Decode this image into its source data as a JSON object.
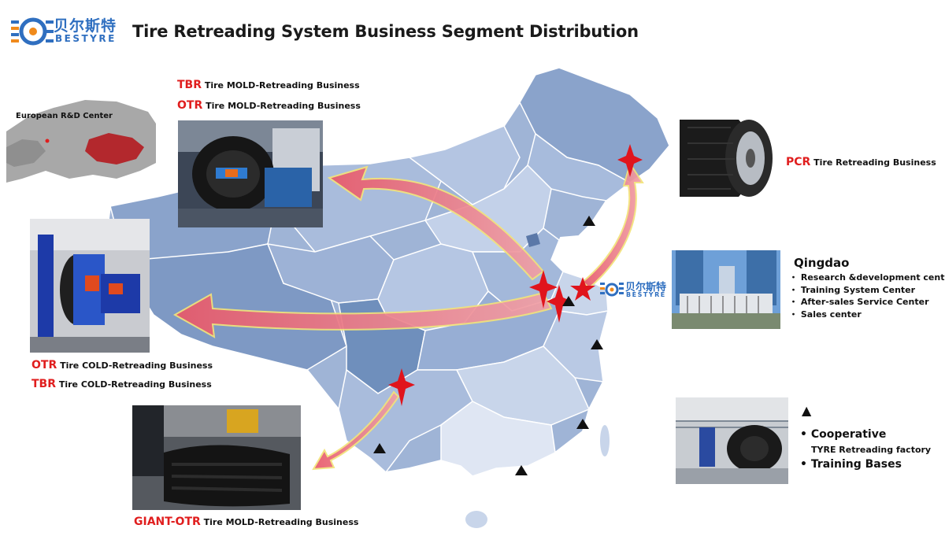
{
  "page": {
    "title": "Tire Retreading System Business Segment Distribution",
    "logo_cn": "贝尔斯特",
    "logo_en": "BESTYRE"
  },
  "colors": {
    "province_dark": "#6f8fbc",
    "province_mid": "#9fb4d6",
    "province_light": "#c8d5ea",
    "arrow_fill": "#e97a85",
    "arrow_edge": "#f2e27a",
    "star": "#e0141c",
    "accent_red": "#e01e1e",
    "logo_blue": "#2f6fc0",
    "logo_orange": "#f08a1c"
  },
  "europe_inset": {
    "label": "European R&D Center"
  },
  "segments": {
    "tbr_mold": {
      "code": "TBR",
      "text": "Tire MOLD-Retreading Business"
    },
    "otr_mold": {
      "code": "OTR",
      "text": "Tire MOLD-Retreading Business"
    },
    "otr_cold": {
      "code": "OTR",
      "text": "Tire COLD-Retreading Business"
    },
    "tbr_cold": {
      "code": "TBR",
      "text": "Tire COLD-Retreading Business"
    },
    "giant_otr": {
      "code": "GIANT-OTR",
      "text": "Tire MOLD-Retreading Business"
    },
    "pcr": {
      "code": "PCR",
      "text": "Tire Retreading Business"
    }
  },
  "qingdao": {
    "title": "Qingdao",
    "items": [
      "Research &development center",
      "Training System Center",
      "After-sales Service Center",
      "Sales center"
    ]
  },
  "legend": {
    "symbol": "▲",
    "cooperative": "Cooperative",
    "factory": "TYRE Retreading factory",
    "training": "Training Bases"
  }
}
